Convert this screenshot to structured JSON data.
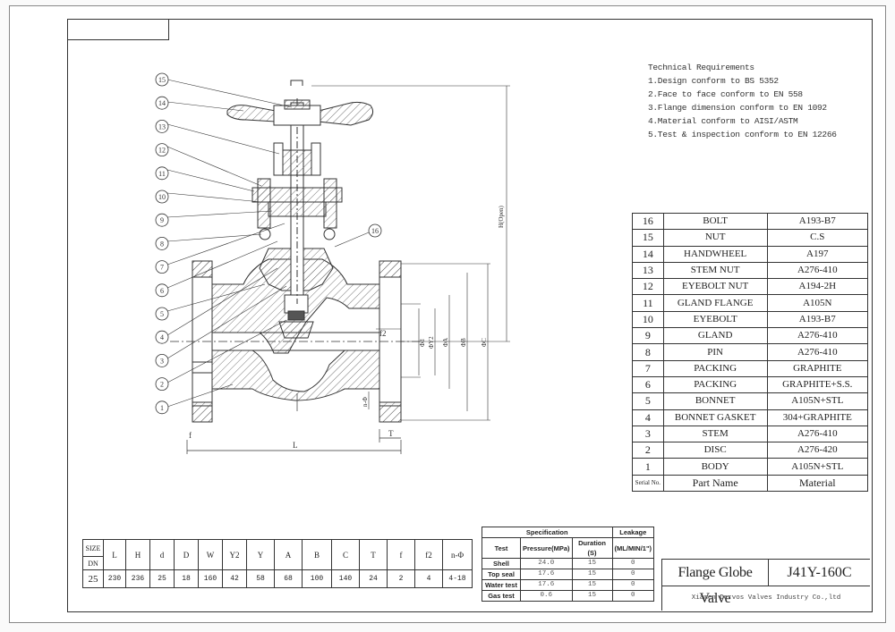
{
  "requirements": {
    "title": "Technical Requirements",
    "items": [
      "1.Design conform to BS 5352",
      "2.Face to face conform to EN 558",
      "3.Flange dimension conform to EN 1092",
      "4.Material conform to AISI/ASTM",
      "5.Test & inspection conform to EN 12266"
    ]
  },
  "parts": [
    {
      "no": "16",
      "name": "BOLT",
      "material": "A193-B7"
    },
    {
      "no": "15",
      "name": "NUT",
      "material": "C.S"
    },
    {
      "no": "14",
      "name": "HANDWHEEL",
      "material": "A197"
    },
    {
      "no": "13",
      "name": "STEM NUT",
      "material": "A276-410"
    },
    {
      "no": "12",
      "name": "EYEBOLT NUT",
      "material": "A194-2H"
    },
    {
      "no": "11",
      "name": "GLAND FLANGE",
      "material": "A105N"
    },
    {
      "no": "10",
      "name": "EYEBOLT",
      "material": "A193-B7"
    },
    {
      "no": "9",
      "name": "GLAND",
      "material": "A276-410"
    },
    {
      "no": "8",
      "name": "PIN",
      "material": "A276-410"
    },
    {
      "no": "7",
      "name": "PACKING",
      "material": "GRAPHITE"
    },
    {
      "no": "6",
      "name": "PACKING",
      "material": "GRAPHITE+S.S."
    },
    {
      "no": "5",
      "name": "BONNET",
      "material": "A105N+STL"
    },
    {
      "no": "4",
      "name": "BONNET GASKET",
      "material": "304+GRAPHITE"
    },
    {
      "no": "3",
      "name": "STEM",
      "material": "A276-410"
    },
    {
      "no": "2",
      "name": "DISC",
      "material": "A276-420"
    },
    {
      "no": "1",
      "name": "BODY",
      "material": "A105N+STL"
    }
  ],
  "parts_header": {
    "no": "Serial No.",
    "name": "Part Name",
    "material": "Material"
  },
  "dims": {
    "size_label": "SIZE",
    "dn_label": "DN",
    "headers": [
      "L",
      "H",
      "d",
      "D",
      "W",
      "Y2",
      "Y",
      "A",
      "B",
      "C",
      "T",
      "f",
      "f2",
      "n-Φ"
    ],
    "values": [
      "25",
      "230",
      "236",
      "25",
      "18",
      "160",
      "42",
      "58",
      "68",
      "100",
      "140",
      "24",
      "2",
      "4",
      "4-18"
    ]
  },
  "spec": {
    "group_spec": "Specification",
    "group_leak": "Leakage",
    "col_test": "Test",
    "col_pressure": "Pressure(MPa)",
    "col_duration": "Duration (S)",
    "col_leak": "(ML/MIN/1\")",
    "rows": [
      {
        "test": "Shell",
        "pressure": "24.0",
        "duration": "15",
        "leak": "0"
      },
      {
        "test": "Top seal",
        "pressure": "17.6",
        "duration": "15",
        "leak": "0"
      },
      {
        "test": "Water test",
        "pressure": "17.6",
        "duration": "15",
        "leak": "0"
      },
      {
        "test": "Gas test",
        "pressure": "0.6",
        "duration": "15",
        "leak": "0"
      }
    ]
  },
  "title_block": {
    "name": "Flange Globe Valve",
    "model": "J41Y-160C",
    "company": "Xiamen Dervos Valves Industry Co.,ltd"
  },
  "drawing": {
    "balloons": [
      "15",
      "14",
      "13",
      "12",
      "11",
      "10",
      "9",
      "8",
      "7",
      "6",
      "5",
      "4",
      "3",
      "2",
      "1"
    ],
    "balloon16": "16",
    "dim_L": "L",
    "dim_T": "T",
    "dim_f": "f",
    "dim_f2": "f2",
    "dim_H": "H(Open)",
    "dim_nphi": "n-Φ",
    "dim_d": "Φd",
    "dim_Y2": "ΦY2",
    "dim_A": "ΦA",
    "dim_B": "ΦB",
    "dim_C": "ΦC"
  },
  "colors": {
    "line": "#333333",
    "hatch": "#555555",
    "paper": "#ffffff"
  }
}
